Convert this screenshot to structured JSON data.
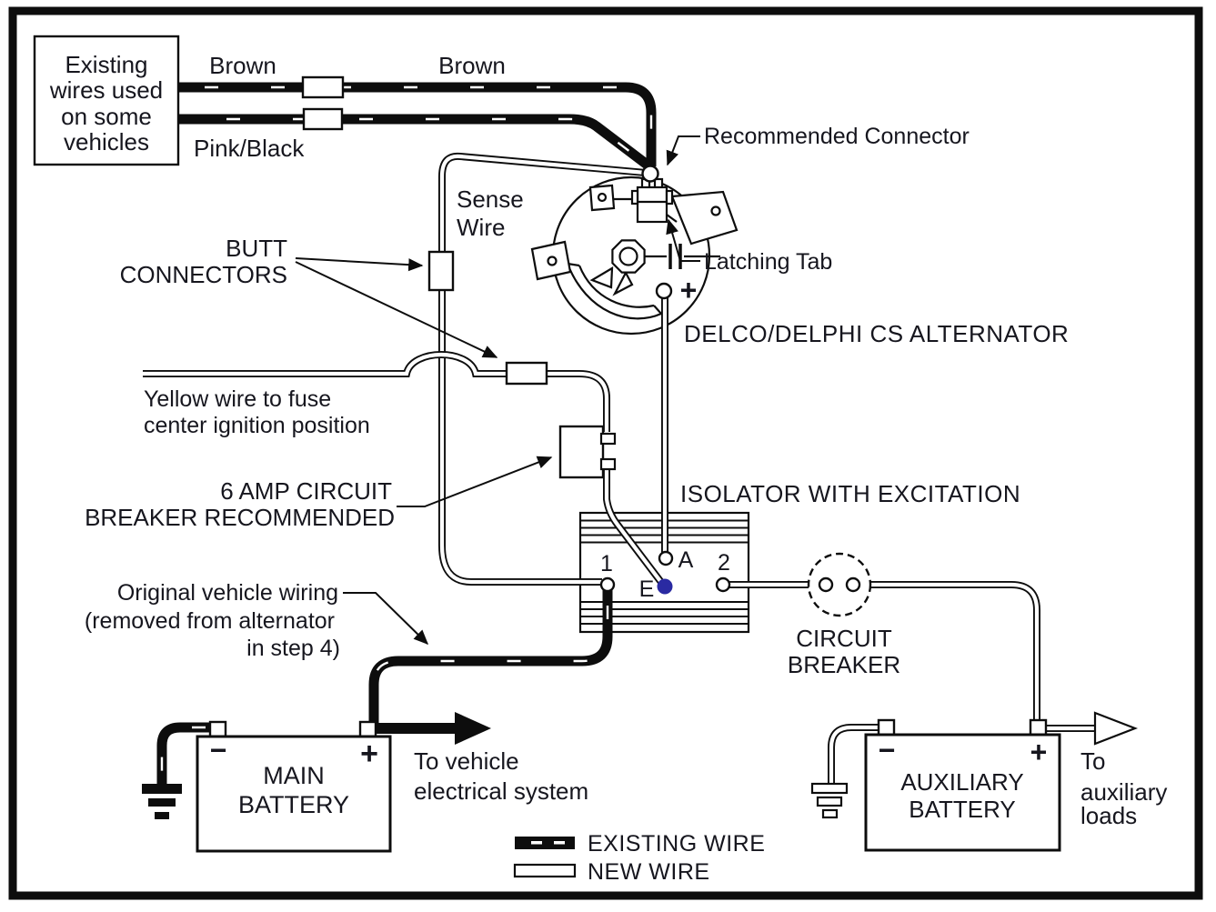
{
  "diagram": {
    "source_box": {
      "line1": "Existing",
      "line2": "wires used",
      "line3": "on some",
      "line4": "vehicles"
    },
    "wire_labels": {
      "brown_left": "Brown",
      "brown_right": "Brown",
      "pink_black": "Pink/Black",
      "sense_line1": "Sense",
      "sense_line2": "Wire",
      "yellow_line1": "Yellow wire to fuse",
      "yellow_line2": "center ignition position"
    },
    "callouts": {
      "recommended_connector": "Recommended Connector",
      "latching_tab": "Latching Tab",
      "butt_line1": "BUTT",
      "butt_line2": "CONNECTORS",
      "amp6_line1": "6 AMP CIRCUIT",
      "amp6_line2": "BREAKER RECOMMENDED",
      "orig_line1": "Original vehicle wiring",
      "orig_line2": "(removed from alternator",
      "orig_line3": "in step 4)"
    },
    "components": {
      "alternator_label": "DELCO/DELPHI CS ALTERNATOR",
      "alternator_plus": "+",
      "isolator_label": "ISOLATOR WITH EXCITATION",
      "circuit_breaker_line1": "CIRCUIT",
      "circuit_breaker_line2": "BREAKER",
      "main_battery_line1": "MAIN",
      "main_battery_line2": "BATTERY",
      "aux_battery_line1": "AUXILIARY",
      "aux_battery_line2": "BATTERY"
    },
    "terminals": {
      "t1": "1",
      "ta": "A",
      "t2": "2",
      "te": "E",
      "main_minus": "−",
      "main_plus": "+",
      "aux_minus": "−",
      "aux_plus": "+"
    },
    "flows": {
      "to_vehicle_line1": "To vehicle",
      "to_vehicle_line2": "electrical system",
      "to_aux_line1": "To",
      "to_aux_line2": "auxiliary",
      "to_aux_line3": "loads"
    },
    "legend": {
      "existing": "EXISTING WIRE",
      "new": "NEW WIRE"
    },
    "colors": {
      "text": "#16161e",
      "line": "#0d0d0d",
      "excitation_dot": "#2a2aa2",
      "background": "#ffffff"
    }
  }
}
